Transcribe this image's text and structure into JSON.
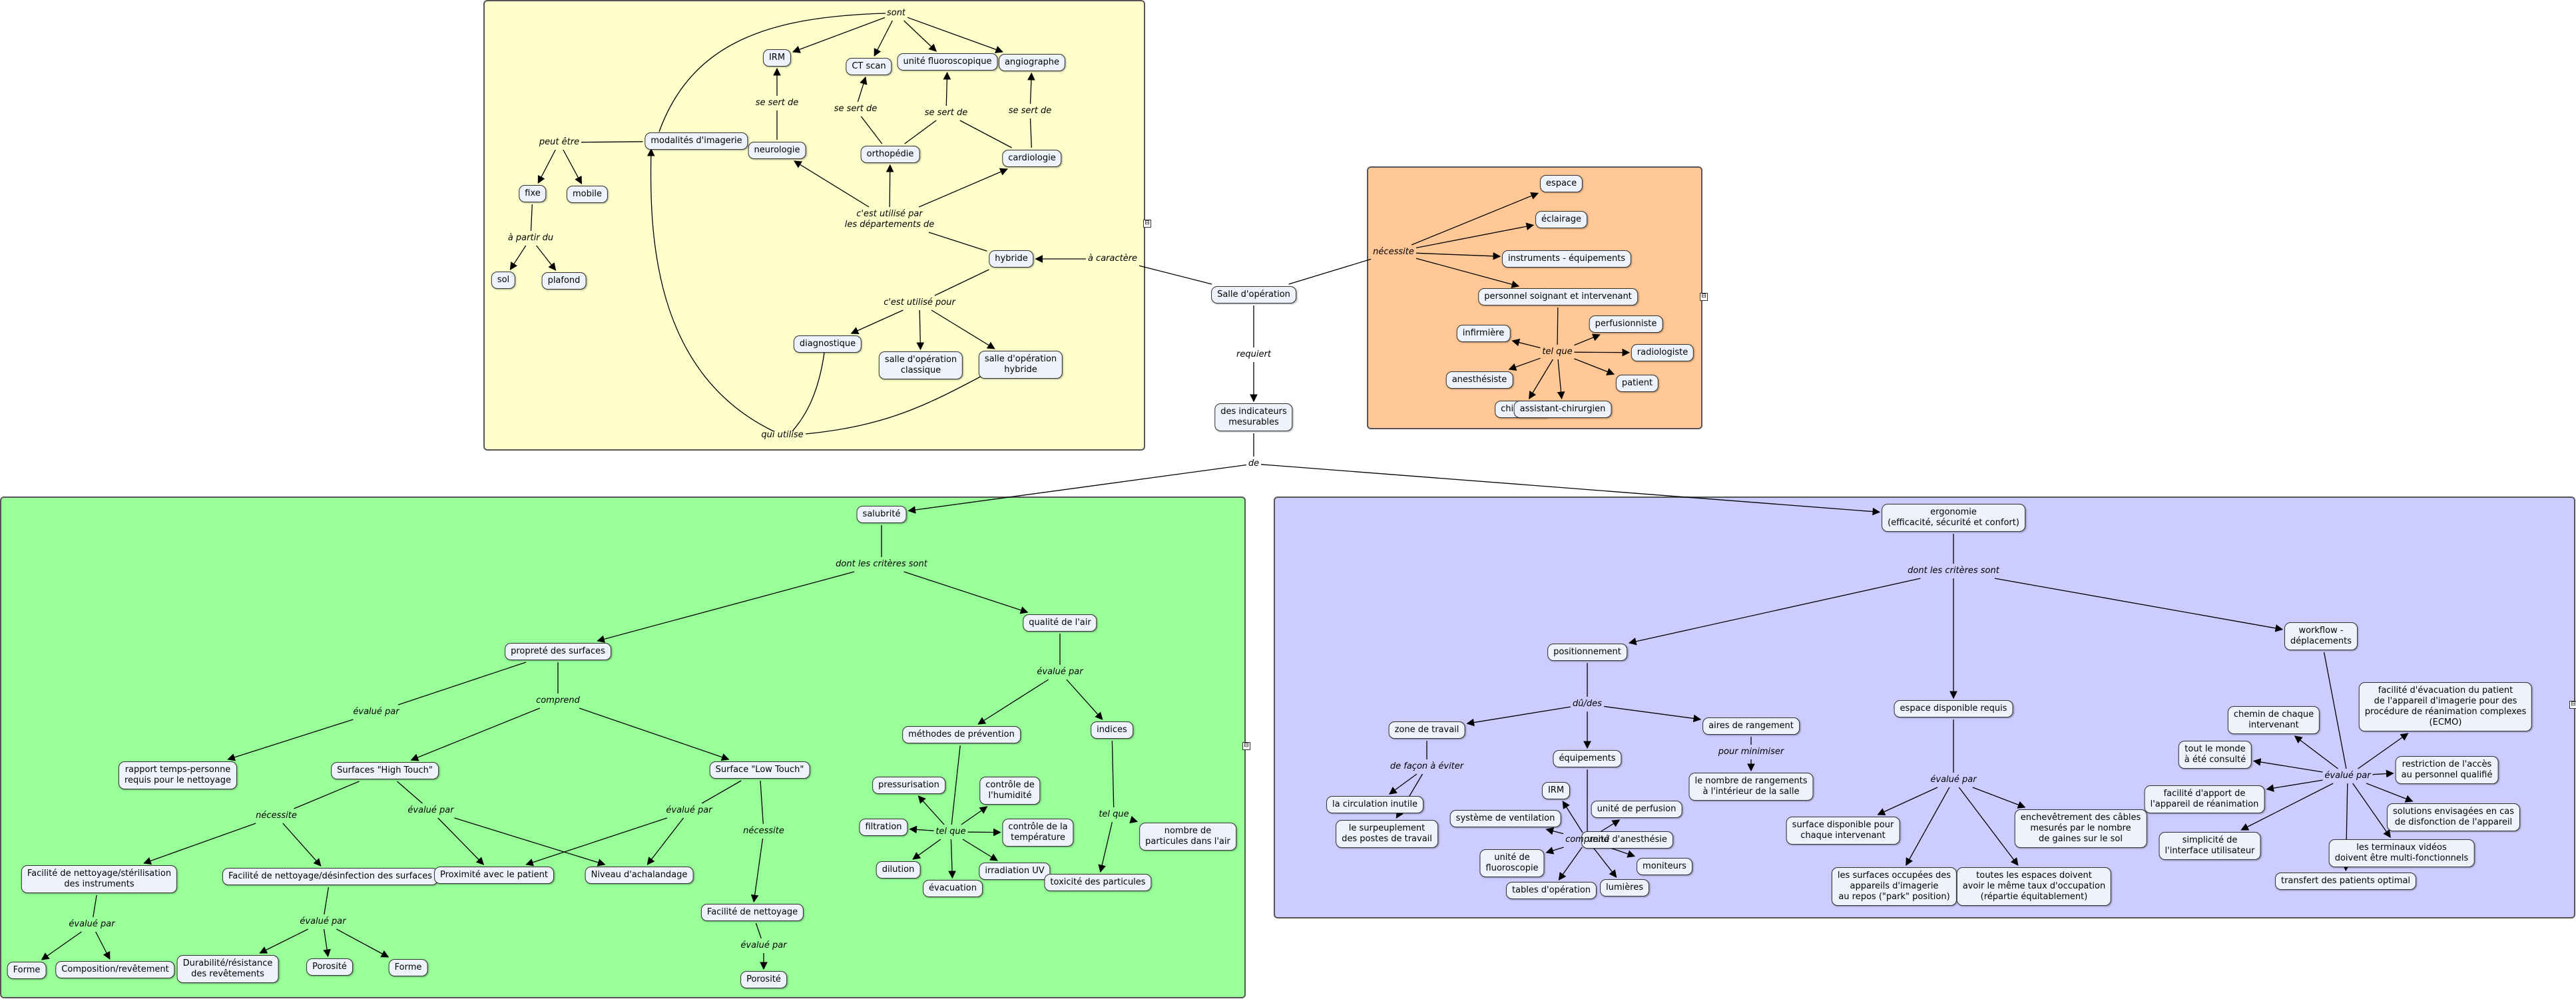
{
  "nodes": {
    "irm1": "IRM",
    "ctscan": "CT scan",
    "fluoro": "unité fluoroscopique",
    "angio": "angiographe",
    "neuro": "neurologie",
    "ortho": "orthopédie",
    "cardio": "cardiologie",
    "modalites": "modalités d'imagerie",
    "fixe": "fixe",
    "mobile": "mobile",
    "sol": "sol",
    "plafond": "plafond",
    "hybride": "hybride",
    "diagnostique": "diagnostique",
    "classique": "salle d'opération\nclassique",
    "salle_hybride": "salle d'opération\nhybride",
    "salle_op": "Salle d'opération",
    "indicateurs": "des indicateurs\nmesurables",
    "espace": "espace",
    "eclairage": "éclairage",
    "instruments": "instruments - équipements",
    "personnel": "personnel soignant et intervenant",
    "perfusionniste": "perfusionniste",
    "infirmiere": "infirmière",
    "radiologiste": "radiologiste",
    "anesthesiste": "anesthésiste",
    "patient": "patient",
    "chirurgien": "chirurgien",
    "assistant": "assistant-chirurgien",
    "salubrite": "salubrité",
    "proprete": "propreté des surfaces",
    "qualite_air": "qualité de l'air",
    "rapport": "rapport temps-personne\nrequis pour le nettoyage",
    "high_touch": "Surfaces \"High Touch\"",
    "low_touch": "Surface \"Low Touch\"",
    "methodes": "méthodes de prévention",
    "indices": "indices",
    "pressurisation": "pressurisation",
    "controle_humidite": "contrôle de\nl'humidité",
    "filtration": "filtration",
    "controle_temp": "contrôle de la\ntempérature",
    "dilution": "dilution",
    "evacuation": "évacuation",
    "irradiation": "irradiation UV",
    "nb_particules": "nombre de\nparticules dans l'air",
    "toxicite": "toxicité des particules",
    "facilite_ster": "Facilité de nettoyage/stérilisation\ndes instruments",
    "facilite_desinf": "Facilité de nettoyage/désinfection des surfaces",
    "proximite": "Proximité avec le patient",
    "achalandage": "Niveau d'achalandage",
    "facilite_nett": "Facilité de nettoyage",
    "forme1": "Forme",
    "composition": "Composition/revêtement",
    "durabilite": "Durabilité/résistance\ndes revêtements",
    "porosite1": "Porosité",
    "forme2": "Forme",
    "porosite2": "Porosité",
    "ergonomie": "ergonomie\n(efficacité, sécurité et confort)",
    "positionnement": "positionnement",
    "espace_dispo": "espace disponible requis",
    "workflow": "workflow -\ndéplacements",
    "zone_travail": "zone de travail",
    "equipements": "équipements",
    "aires_rangement": "aires de rangement",
    "circulation": "la circulation inutile",
    "surpeuplement": "le surpeuplement\ndes postes de travail",
    "nb_rangements": "le nombre de rangements\nà l'intérieur de la salle",
    "irm2": "IRM",
    "ventilation": "système de ventilation",
    "fluoroscopie": "unité de\nfluoroscopie",
    "perfusion": "unité de perfusion",
    "anesthesie": "unité d'anesthésie",
    "moniteurs": "moniteurs",
    "tables": "tables d'opération",
    "lumieres": "lumières",
    "surface_dispo": "surface disponible pour\nchaque intervenant",
    "surfaces_occupees": "les surfaces occupées des\nappareils d'imagerie\nau repos (\"park\" position)",
    "espaces_doivent": "toutes les espaces doivent\navoir le même taux d'occupation\n(répartie équitablement)",
    "enchevetrement": "enchevêtrement des câbles\nmesurés par le nombre\nde gaines sur le sol",
    "chemin": "chemin de chaque\nintervenant",
    "tout_monde": "tout le monde\nà été consulté",
    "facilite_apport": "facilité d'apport de\nl'appareil de réanimation",
    "simplicite": "simplicité de\nl'interface utilisateur",
    "transfert": "transfert des patients optimal",
    "facilite_evac": "facilité d'évacuation du patient\nde l'appareil d'imagerie pour des\nprocédure de réanimation complexes\n(ECMO)",
    "restriction": "restriction de l'accès\nau personnel qualifié",
    "solutions": "solutions envisagées en cas\nde disfonction de l'appareil",
    "terminaux": "les terminaux vidéos\ndoivent être multi-fonctionnels"
  },
  "labels": {
    "sont": "sont",
    "se_sert_1": "se sert de",
    "se_sert_2": "se sert de",
    "se_sert_3": "se sert de",
    "se_sert_4": "se sert de",
    "peut_etre": "peut être",
    "a_partir": "à partir du",
    "utilise_par": "c'est utilisé par\nles départements de",
    "utilise_pour": "c'est utilisé pour",
    "qui_utilise": "qui utilise",
    "caractere": "à caractère",
    "necessite_o": "nécessite",
    "tel_que_o": "tel que",
    "requiert": "requiert",
    "de": "de",
    "criteres_g": "dont les critères sont",
    "evalue_g1": "évalué par",
    "comprend_g": "comprend",
    "evalue_g2": "évalué par",
    "necessite_g1": "nécessite",
    "evalue_g3": "évalué par",
    "evalue_g4": "évalué par",
    "necessite_g2": "nécessite",
    "evalue_g5": "évalué par",
    "evalue_g6": "évalué par",
    "evalue_g7": "évalué par",
    "tel_que_g1": "tel que",
    "tel_que_g2": "tel que",
    "criteres_b": "dont les critères sont",
    "dues": "dû/des",
    "facon_eviter": "de façon à éviter",
    "pour_minimiser": "pour minimiser",
    "comprend_b": "comprend",
    "evalue_b1": "évalué par",
    "evalue_b2": "évalué par"
  },
  "colors": {
    "yellow_panel": "#ffffcc",
    "orange_panel": "#ffc896",
    "green_panel": "#99ff99",
    "blue_panel": "#ccccff",
    "node_fill": "#eef2fb"
  }
}
